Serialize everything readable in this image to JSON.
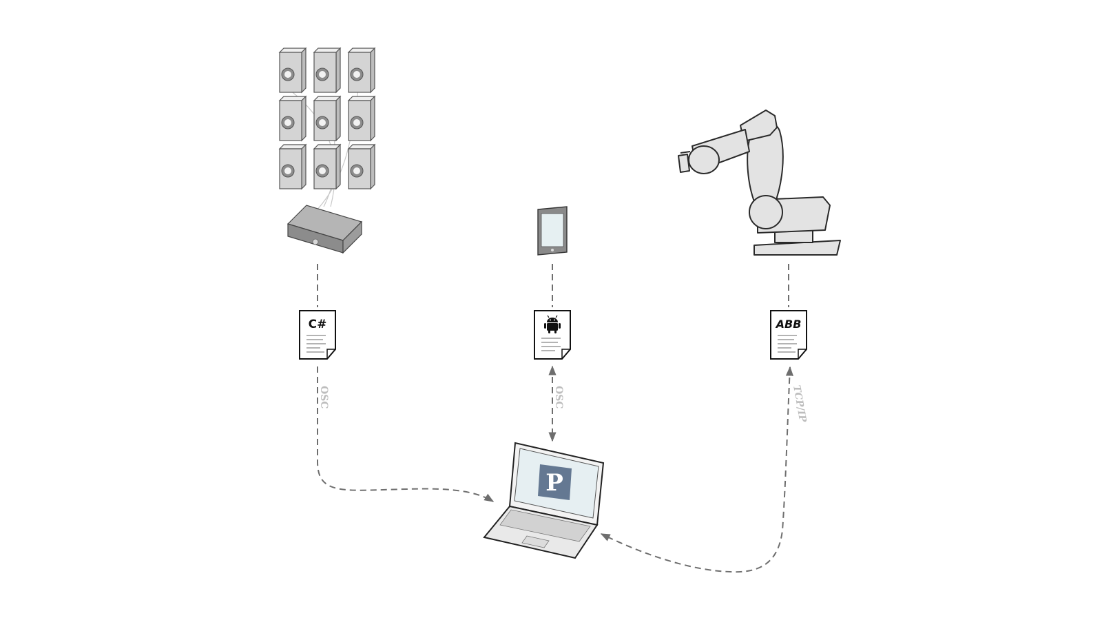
{
  "documents": {
    "csharp": {
      "badge": "C#"
    },
    "android": {
      "badge_icon": "android-icon"
    },
    "abb": {
      "badge": "ABB"
    }
  },
  "protocols": {
    "speakers_to_laptop": "OSC",
    "tablet_to_laptop": "OSC",
    "robot_to_laptop": "TCP/IP"
  },
  "laptop": {
    "logo_letter": "P",
    "logo_color": "#647892"
  },
  "colors": {
    "connector": "#6e6e6e",
    "protocol_label": "#bdbdbd",
    "device_fill": "#e3e3e3",
    "device_stroke": "#3a3a3a"
  }
}
